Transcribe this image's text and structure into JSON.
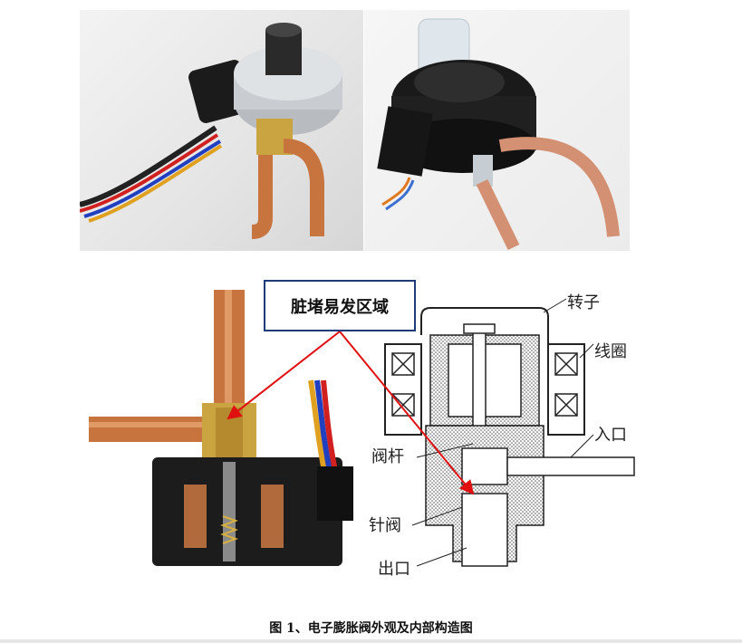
{
  "callout": {
    "text": "脏堵易发区域"
  },
  "diagram_labels": {
    "rotor": "转子",
    "coil": "线圈",
    "inlet": "入口",
    "valve_stem": "阀杆",
    "needle": "针阀",
    "outlet": "出口"
  },
  "caption": "图 1、电子膨胀阀外观及内部构造图",
  "colors": {
    "callout_border": "#1d3b78",
    "arrow": "#e01010",
    "copper": "#c8743f",
    "brass": "#c9a441"
  }
}
